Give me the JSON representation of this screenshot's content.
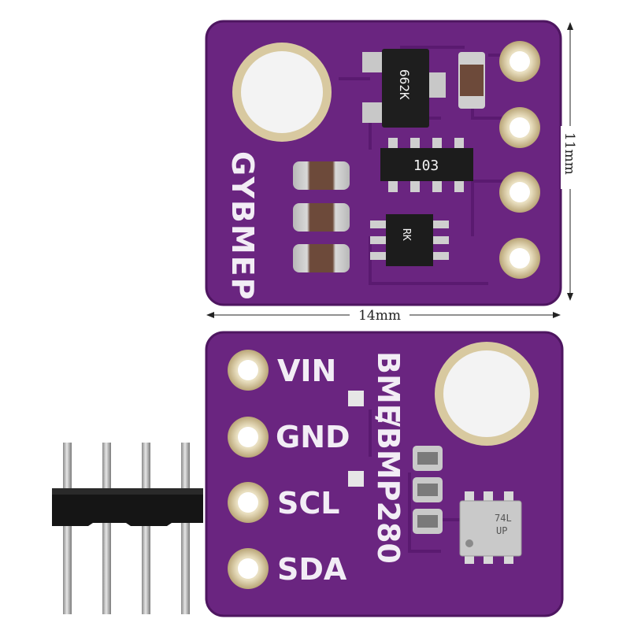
{
  "dimensions": {
    "height": "11mm",
    "width": "14mm"
  },
  "top_board": {
    "label": "GYBMEP",
    "regulator_marking": "662K",
    "resistor_array_marking": "103",
    "shifter_marking": "RK"
  },
  "bottom_board": {
    "pins": [
      "VIN",
      "GND",
      "SCL",
      "SDA"
    ],
    "label_line1": "BME",
    "label_line2": "/BMP280",
    "sensor_marking": "74L",
    "sensor_marking2": "UP"
  },
  "colors": {
    "pcb": "#6a2580",
    "pcb_edge": "#4e1660",
    "copper_pad": "#d8c9a0",
    "silkscreen": "#f2edf5",
    "header_plastic": "#151515",
    "header_pin": "#b8b8b8"
  }
}
